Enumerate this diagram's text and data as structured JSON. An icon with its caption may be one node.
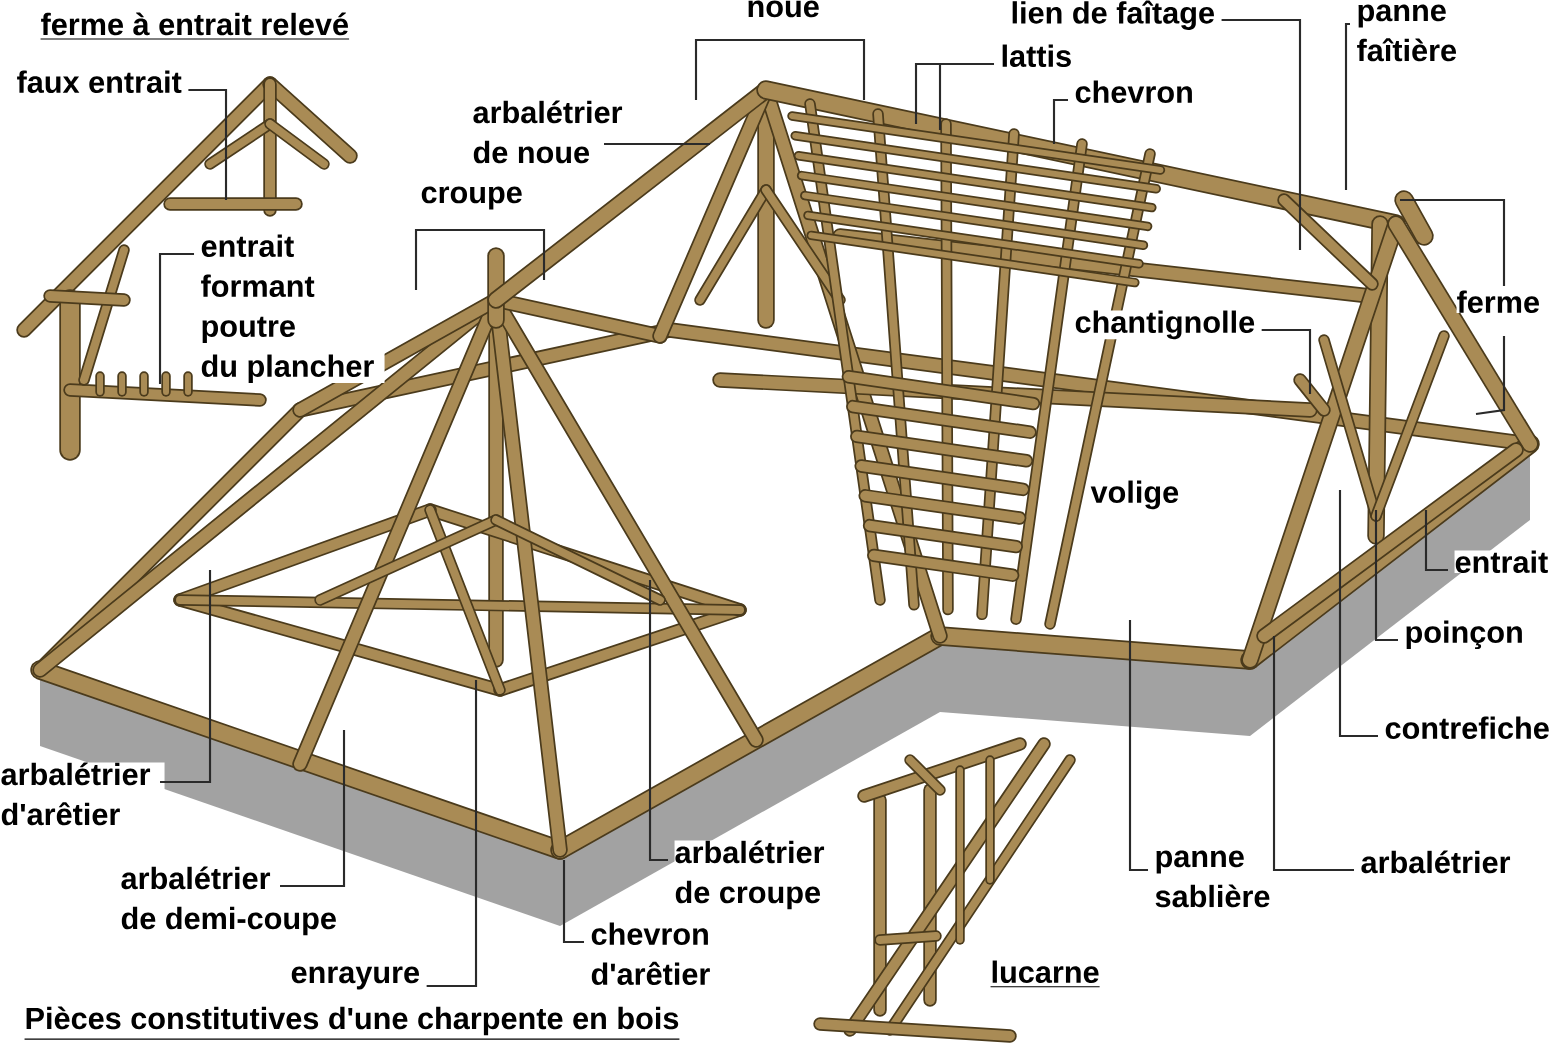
{
  "diagram": {
    "caption": "Pièces constitutives d'une charpente en bois",
    "nodes": [
      {
        "text": [
          "faux entrait"
        ]
      },
      {
        "text": [
          "entrait formant poutre du plancher"
        ]
      },
      {
        "text": [
          "croupe"
        ]
      },
      {
        "text": [
          "arbalétrier de noue"
        ]
      },
      {
        "text": [
          "noue"
        ]
      },
      {
        "text": [
          "lien de faîtage"
        ]
      },
      {
        "text": [
          "lattis"
        ]
      },
      {
        "text": [
          "chevron"
        ]
      },
      {
        "text": [
          "panne faîtière"
        ]
      },
      {
        "text": [
          "ferme"
        ]
      },
      {
        "text": [
          "chantignolle"
        ]
      },
      {
        "text": [
          "entrait"
        ]
      },
      {
        "text": [
          "poinçon"
        ]
      },
      {
        "text": [
          "contrefiche"
        ]
      },
      {
        "text": [
          "arbalétrier d'arêtier"
        ]
      },
      {
        "text": [
          "arbalétrier de demi-coupe"
        ]
      },
      {
        "text": [
          "arbalétrier de croupe"
        ]
      },
      {
        "text": [
          "chevron d'arêtier"
        ]
      },
      {
        "text": [
          "enrayure"
        ]
      },
      {
        "text": [
          "panne sablière"
        ]
      },
      {
        "text": [
          "arbalétrier"
        ]
      }
    ],
    "edges": [
      {
        "from": 0,
        "to": null,
        "arrow": "none"
      },
      {
        "from": 1,
        "to": null,
        "arrow": "none"
      },
      {
        "from": 2,
        "to": null,
        "arrow": "none"
      },
      {
        "from": 3,
        "to": null,
        "arrow": "none"
      },
      {
        "from": 4,
        "to": null,
        "arrow": "none"
      },
      {
        "from": 5,
        "to": null,
        "arrow": "none"
      },
      {
        "from": 6,
        "to": null,
        "arrow": "none"
      },
      {
        "from": 7,
        "to": null,
        "arrow": "none"
      },
      {
        "from": 8,
        "to": null,
        "arrow": "none"
      },
      {
        "from": 9,
        "to": null,
        "arrow": "none"
      },
      {
        "from": 10,
        "to": null,
        "arrow": "none"
      },
      {
        "from": 11,
        "to": null,
        "arrow": "none"
      },
      {
        "from": 12,
        "to": null,
        "arrow": "none"
      },
      {
        "from": 13,
        "to": null,
        "arrow": "none"
      },
      {
        "from": 14,
        "to": null,
        "arrow": "none"
      },
      {
        "from": 15,
        "to": null,
        "arrow": "none"
      },
      {
        "from": 16,
        "to": null,
        "arrow": "none"
      },
      {
        "from": 17,
        "to": null,
        "arrow": "none"
      },
      {
        "from": 18,
        "to": null,
        "arrow": "none"
      },
      {
        "from": 19,
        "to": null,
        "arrow": "none"
      },
      {
        "from": 20,
        "to": null,
        "arrow": "none"
      }
    ],
    "labels": [
      "ferme à entrait relevé",
      "volige",
      "lucarne"
    ]
  }
}
